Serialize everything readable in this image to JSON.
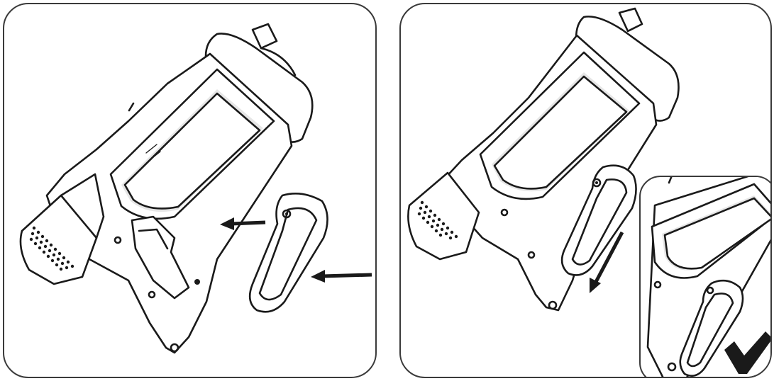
{
  "figure": {
    "panels": [
      {
        "id": "remove-cover-step",
        "arrows": 2
      },
      {
        "id": "slide-cover-step",
        "arrows": 1,
        "inset_mark": "checkmark"
      }
    ],
    "icons": [
      "vacuum-handle-icon",
      "side-cover-icon",
      "arrow-left-icon",
      "arrow-down-left-icon",
      "checkmark-icon"
    ]
  }
}
